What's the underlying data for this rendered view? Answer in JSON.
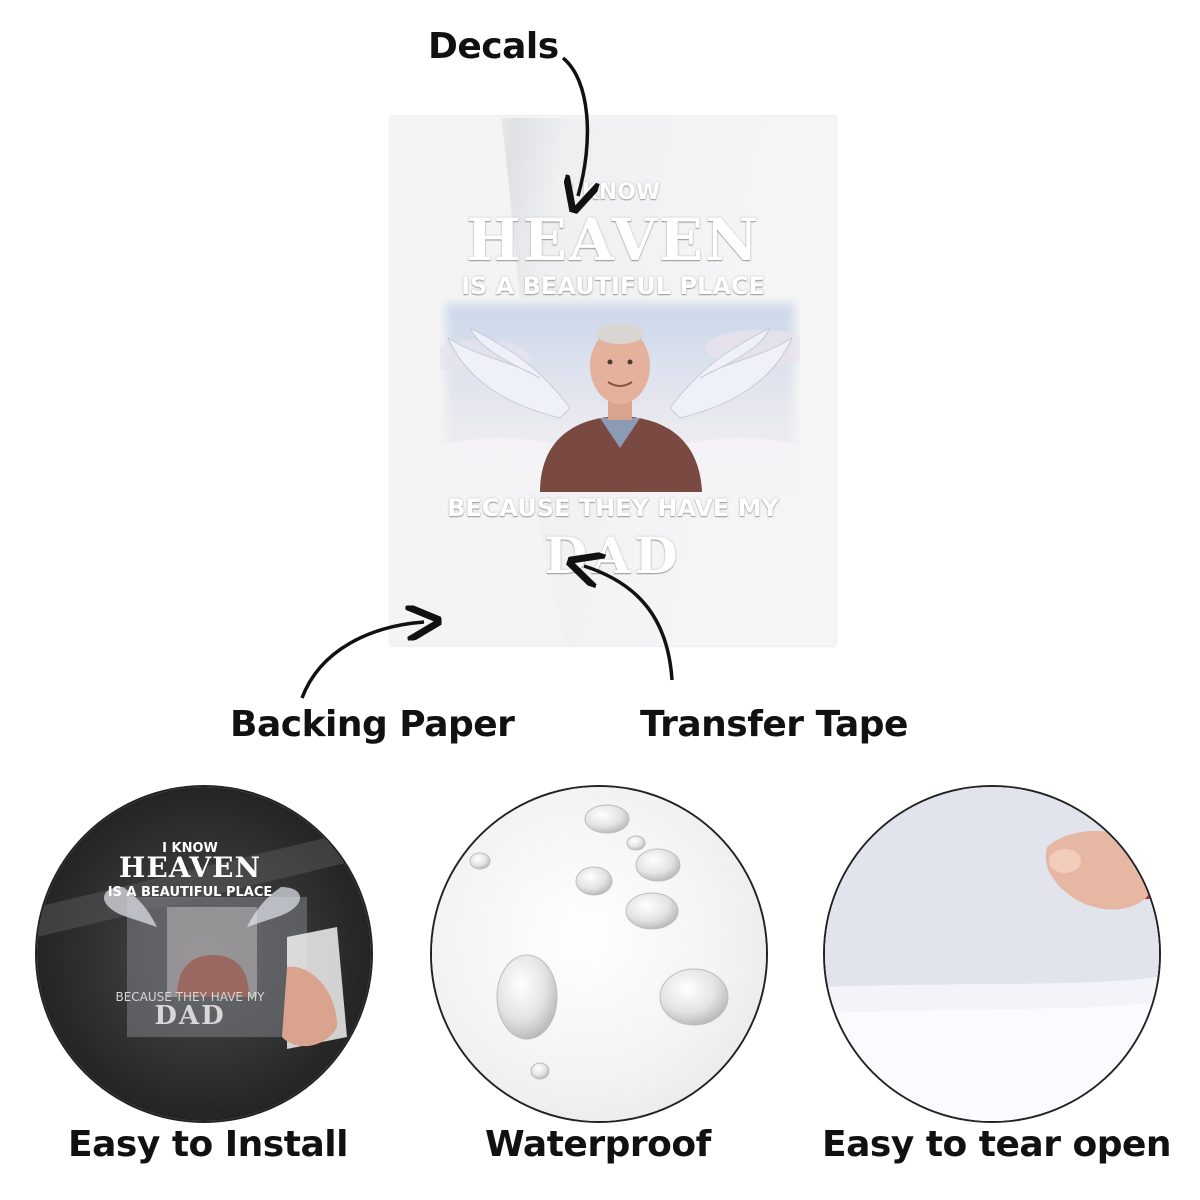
{
  "labels": {
    "decals": "Decals",
    "backing_paper": "Backing Paper",
    "transfer_tape": "Transfer Tape"
  },
  "sticker_text": {
    "line1": "I KNOW",
    "line2": "HEAVEN",
    "line3": "IS A BEAUTIFUL PLACE",
    "line4": "BECAUSE THEY HAVE MY",
    "line5": "DAD"
  },
  "features": [
    {
      "label": "Easy to Install",
      "icon": "install-photo"
    },
    {
      "label": "Waterproof",
      "icon": "water-droplets"
    },
    {
      "label": "Easy to tear open",
      "icon": "peeling-corner"
    }
  ],
  "colors": {
    "text": "#111111",
    "background": "#ffffff",
    "sheet": "#f4f4f5",
    "sweater": "#7a4a42"
  }
}
